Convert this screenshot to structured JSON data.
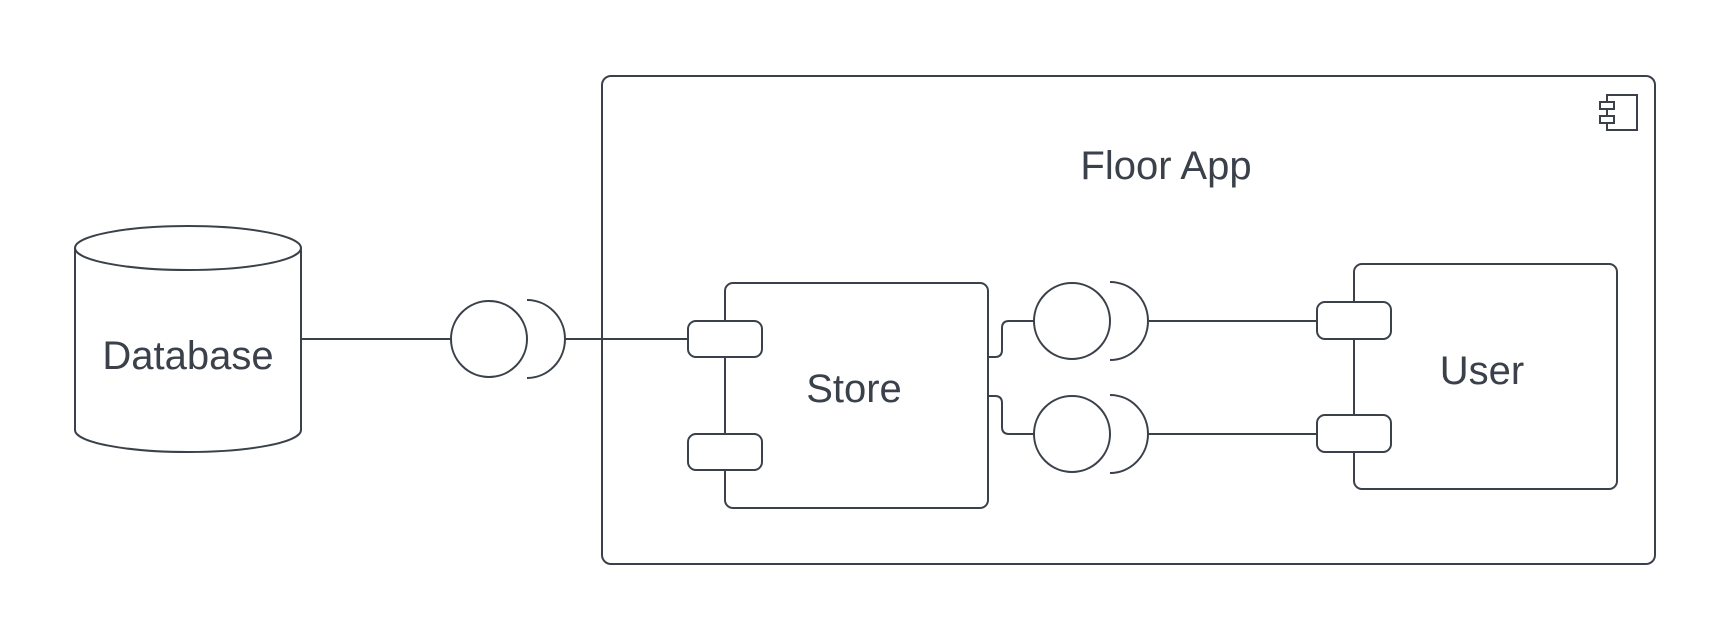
{
  "diagram": {
    "nodes": {
      "database": {
        "label": "Database",
        "shape": "cylinder"
      },
      "floor_app": {
        "label": "Floor App",
        "shape": "component-container",
        "icon": "component-icon"
      },
      "store": {
        "label": "Store",
        "shape": "component"
      },
      "user": {
        "label": "User",
        "shape": "component"
      }
    },
    "interfaces": [
      {
        "name": "database-to-store",
        "type": "ball-and-socket"
      },
      {
        "name": "store-to-user-top",
        "type": "ball-and-socket"
      },
      {
        "name": "store-to-user-bottom",
        "type": "ball-and-socket"
      }
    ]
  },
  "colors": {
    "stroke": "#3a414a",
    "text": "#3a414a",
    "background": "#ffffff"
  }
}
